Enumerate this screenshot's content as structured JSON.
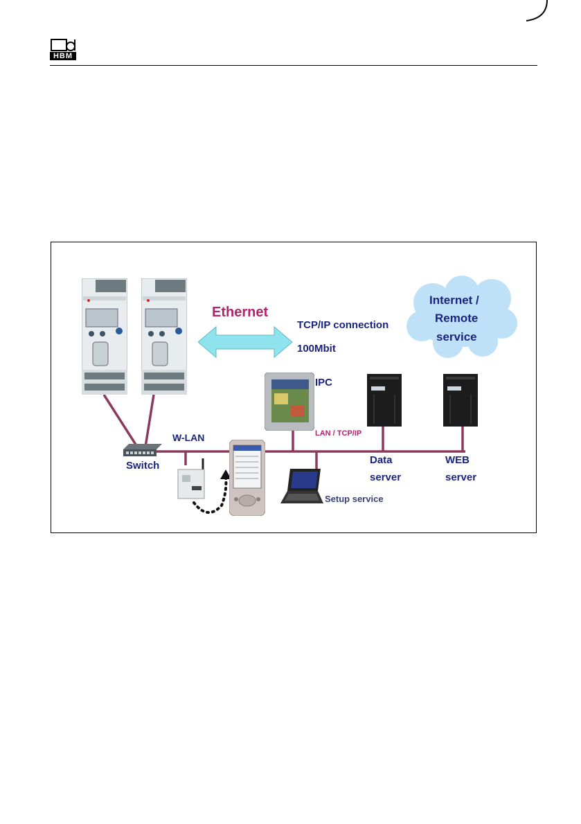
{
  "header": {
    "logo_text": "HBM"
  },
  "diagram": {
    "ethernet_label": "Ethernet",
    "tcpip_label": "TCP/IP connection",
    "speed_label": "100Mbit",
    "cloud_line1": "Internet  /",
    "cloud_line2": "Remote",
    "cloud_line3": "service",
    "ipc_label": "IPC",
    "lan_label": "LAN  / TCP/IP",
    "wlan_label": "W-LAN",
    "switch_label": "Switch",
    "data_server_line1": "Data",
    "data_server_line2": "server",
    "web_server_line1": "WEB",
    "web_server_line2": "server",
    "setup_label": "Setup service"
  },
  "colors": {
    "cable": "#8b3a5e",
    "label_navy": "#1a237e",
    "ethernet_magenta": "#b0246b",
    "arrow_fill": "#8fe3ec",
    "cloud_fill": "#bfe1f7"
  }
}
